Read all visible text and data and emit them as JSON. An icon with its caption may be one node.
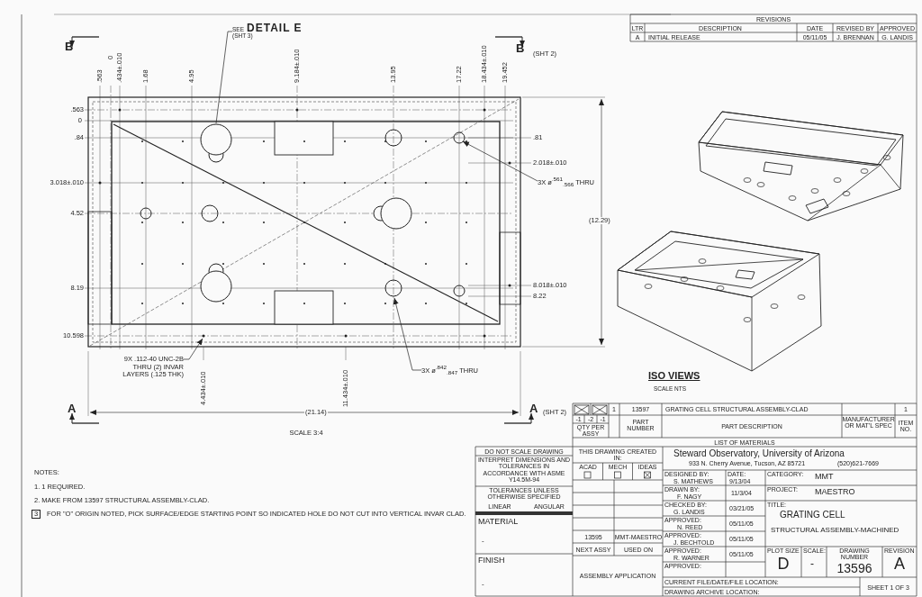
{
  "diagram": {
    "nodes": [
      {
        "text": [
          "SEE",
          "DETAIL E",
          "(SHT 3)"
        ]
      },
      {
        "text": [
          "3X ø$^{.561}$$_{.566}$ THRU"
        ]
      },
      {
        "text": [
          "9X .112-40 UNC-2B THRU (2) INVAR LAYERS (.125 THK)"
        ]
      },
      {
        "text": [
          "3X ø$^{.842}$$_{.847}$ THRU"
        ]
      }
    ],
    "edges": [
      {
        "from": 0,
        "to": null,
        "arrow": "none"
      },
      {
        "from": 1,
        "to": null,
        "arrow": "to"
      },
      {
        "from": 2,
        "to": null,
        "arrow": "to"
      },
      {
        "from": 3,
        "to": null,
        "arrow": "to"
      }
    ],
    "labels": [
      "B",
      "B",
      "(SHT 2)",
      ".563",
      "0",
      ".434±.010",
      "1.68",
      "4.95",
      "9.184±.010",
      "13.95",
      "17.22",
      "18.434±.010",
      "19.452",
      ".563",
      "0",
      ".84",
      "3.018±.010",
      "4.52",
      "8.19",
      "10.598",
      ".81",
      "2.018±.010",
      "8.018±.010",
      "8.22",
      "(12.29)",
      "4.434±.010",
      "11.434±.010",
      "(21.14)",
      "A",
      "A",
      "(SHT 2)",
      "SCALE 3:4",
      "ISO VIEWS",
      "SCALE NTS",
      "NOTES:",
      "1. 1 REQUIRED.",
      "2. MAKE FROM 13597 STRUCTURAL ASSEMBLY-CLAD.",
      "3",
      "FOR \"O\" ORIGIN NOTED, PICK SURFACE/EDGE STARTING POINT SO INDICATED HOLE DO NOT CUT INTO VERTICAL INVAR CLAD.",
      "REVISIONS",
      "LTR",
      "DESCRIPTION",
      "DATE",
      "REVISED BY",
      "APPROVED",
      "A",
      "INITIAL RELEASE",
      "05/11/05",
      "J. BRENNAN",
      "G. LANDIS",
      "1",
      "13597",
      "GRATING CELL STRUCTURAL ASSEMBLY-CLAD",
      "1",
      "-1",
      "-2",
      "-1",
      "QTY PER ASSY",
      "PART NUMBER",
      "PART DESCRIPTION",
      "MANUFACTURER OR MAT'L SPEC",
      "ITEM NO.",
      "LIST OF MATERIALS",
      "DO NOT SCALE DRAWING",
      "INTERPRET DIMENSIONS AND TOLERANCES IN ACCORDANCE WITH ASME Y14.5M-94",
      "TOLERANCES UNLESS OTHERWISE SPECIFIED",
      "LINEAR",
      "ANGULAR",
      "MATERIAL",
      "-",
      "FINISH",
      "-",
      "THIS DRAWING CREATED IN:",
      "ACAD",
      "MECH",
      "IDEAS",
      "13595",
      "MMT-MAESTRO",
      "NEXT ASSY",
      "USED ON",
      "ASSEMBLY APPLICATION",
      "Steward Observatory, University of Arizona",
      "933 N. Cherry Avenue, Tucson, AZ 85721",
      "(520)621-7669",
      "DESIGNED BY:",
      "S. MATHEWS",
      "DATE:",
      "9/13/04",
      "DRAWN BY:",
      "F. NAGY",
      "11/3/04",
      "CHECKED BY:",
      "G. LANDIS",
      "03/21/05",
      "APPROVED:",
      "N. REED",
      "05/11/05",
      "APPROVED:",
      "J. BECHTOLD",
      "05/11/05",
      "APPROVED:",
      "R. WARNER",
      "05/11/05",
      "APPROVED:",
      "CATEGORY:",
      "MMT",
      "PROJECT:",
      "MAESTRO",
      "TITLE:",
      "GRATING CELL",
      "STRUCTURAL ASSEMBLY-MACHINED",
      "PLOT SIZE",
      "D",
      "SCALE:",
      "-",
      "DRAWING NUMBER",
      "13596",
      "REVISION",
      "A",
      "CURRENT FILE/DATE/FILE LOCATION:",
      "DRAWING ARCHIVE LOCATION:",
      "SHEET 1 OF 3"
    ]
  }
}
